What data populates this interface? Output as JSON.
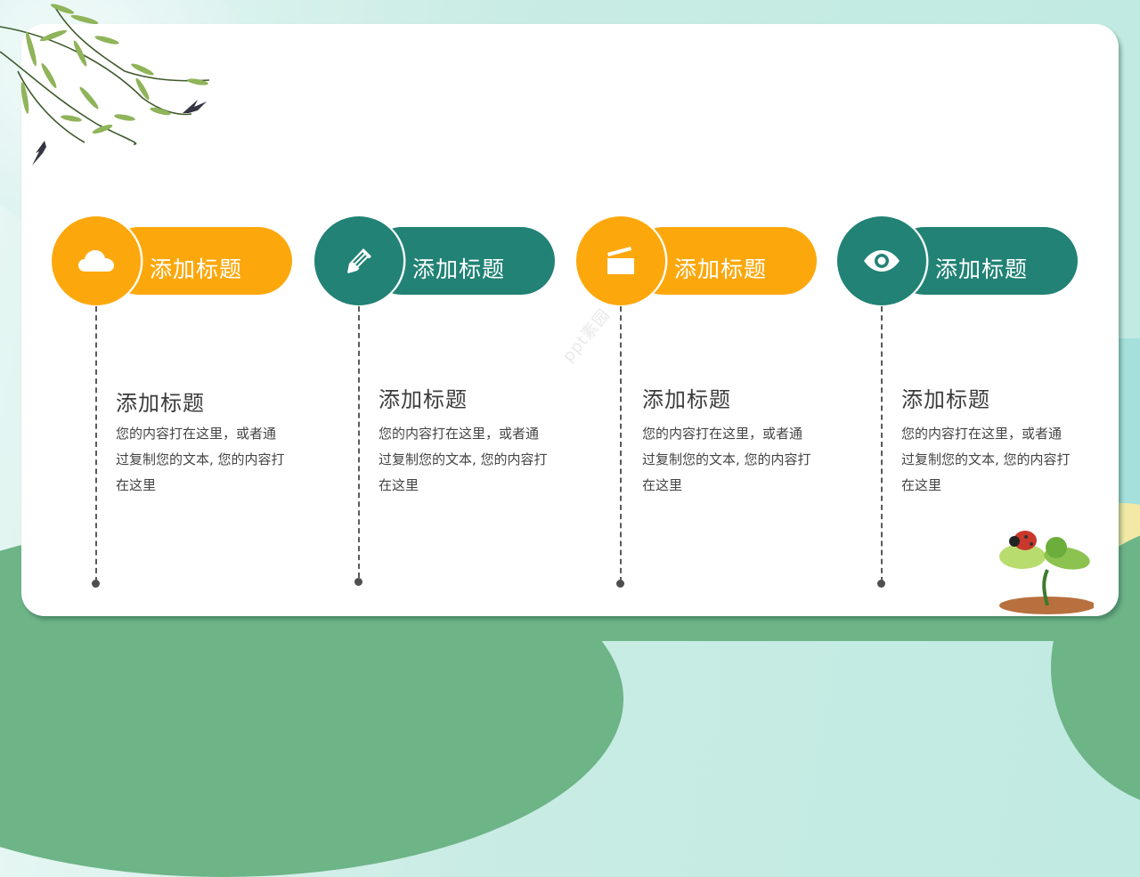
{
  "slide": {
    "watermark": "ppt素园",
    "colors": {
      "orange": "#fca80d",
      "teal": "#218275",
      "card_bg": "#ffffff",
      "bottom_green": "#6db487",
      "bg_mint": "#c9ece4"
    },
    "columns": [
      {
        "header_label": "添加标题",
        "icon": "cloud-icon",
        "color": "orange",
        "title": "添加标题",
        "lines": [
          "您的内容打在这里，或者通",
          "过复制您的文本, 您的内容打",
          "在这里"
        ]
      },
      {
        "header_label": "添加标题",
        "icon": "pencil-icon",
        "color": "teal",
        "title": "添加标题",
        "lines": [
          "您的内容打在这里，或者通",
          "过复制您的文本, 您的内容打",
          "在这里"
        ]
      },
      {
        "header_label": "添加标题",
        "icon": "clapperboard-icon",
        "color": "orange",
        "title": "添加标题",
        "lines": [
          "您的内容打在这里，或者通",
          "过复制您的文本, 您的内容打",
          "在这里"
        ]
      },
      {
        "header_label": "添加标题",
        "icon": "eye-icon",
        "color": "teal",
        "title": "添加标题",
        "lines": [
          "您的内容打在这里，或者通",
          "过复制您的文本, 您的内容打",
          "在这里"
        ]
      }
    ],
    "decorations": [
      "willow-branch",
      "swallow-bird",
      "swallow-bird",
      "sprout-with-ladybug"
    ]
  }
}
